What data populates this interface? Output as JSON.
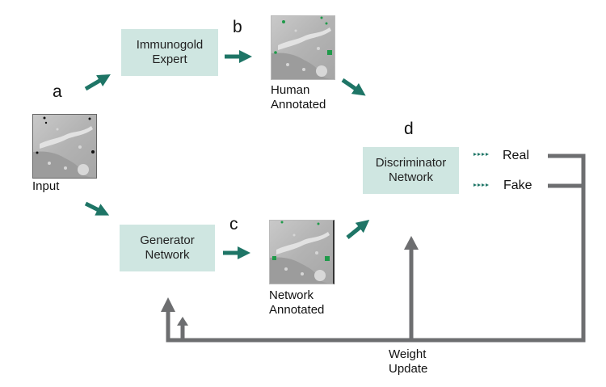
{
  "labels": {
    "a": "a",
    "b": "b",
    "c": "c",
    "d": "d"
  },
  "boxes": {
    "expert": {
      "line1": "Immunogold",
      "line2": "Expert"
    },
    "generator": {
      "line1": "Generator",
      "line2": "Network"
    },
    "discriminator": {
      "line1": "Discriminator",
      "line2": "Network"
    }
  },
  "captions": {
    "input": "Input",
    "human": {
      "line1": "Human",
      "line2": "Annotated"
    },
    "network": {
      "line1": "Network",
      "line2": "Annotated"
    },
    "weight": {
      "line1": "Weight",
      "line2": "Update"
    }
  },
  "outputs": {
    "real": "Real",
    "fake": "Fake"
  },
  "colors": {
    "box_fill": "#cfe6e1",
    "arrow": "#1e7566",
    "feedback": "#6d6e70",
    "annotation_dot": "#1f9a4a",
    "input_dot": "#111111"
  }
}
